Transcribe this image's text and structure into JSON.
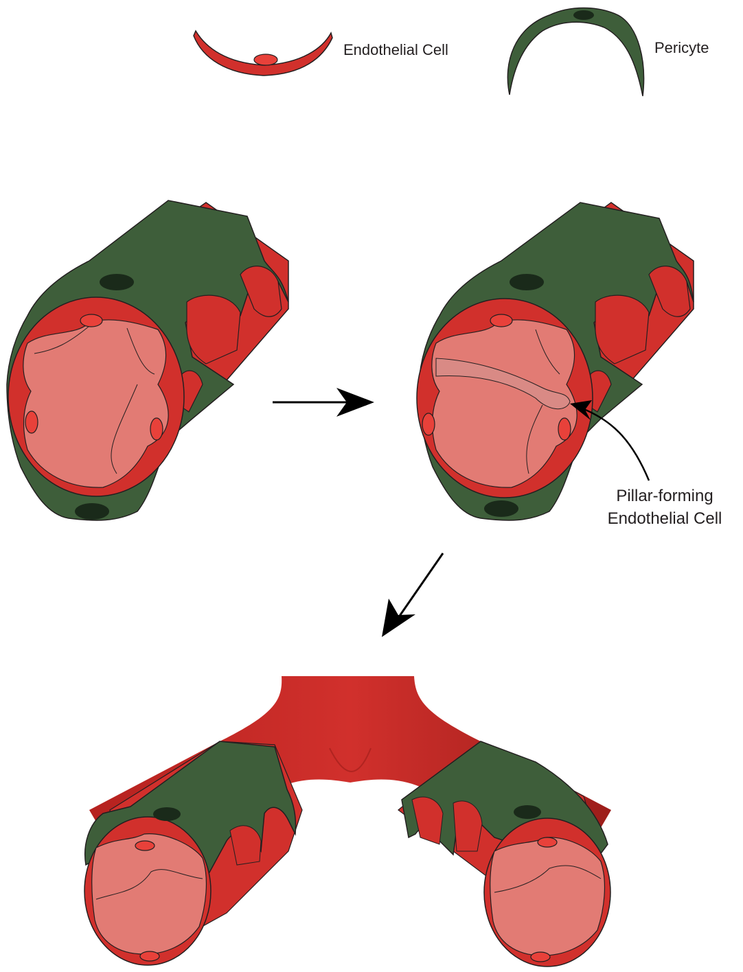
{
  "legend": {
    "endothelial_label": "Endothelial Cell",
    "pericyte_label": "Pericyte"
  },
  "annotations": {
    "pillar_line1": "Pillar-forming",
    "pillar_line2": "Endothelial Cell"
  },
  "colors": {
    "endothelial_red": "#d1302c",
    "endothelial_nucleus": "#e8413a",
    "lumen_pink": "#e27b74",
    "pericyte_green": "#3e5e3a",
    "pericyte_nucleus": "#1a2a1a",
    "outline": "#231f20"
  }
}
